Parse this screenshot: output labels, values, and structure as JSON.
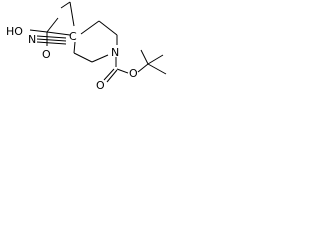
{
  "structure": {
    "atom_labels": {
      "hydroxyl": "HO",
      "nitrile_n": "N",
      "carbonyl_o_acid": "O",
      "quaternary_c": "C",
      "ring_n": "N",
      "carbamate_o_double": "O",
      "carbamate_o_ester": "O"
    }
  }
}
